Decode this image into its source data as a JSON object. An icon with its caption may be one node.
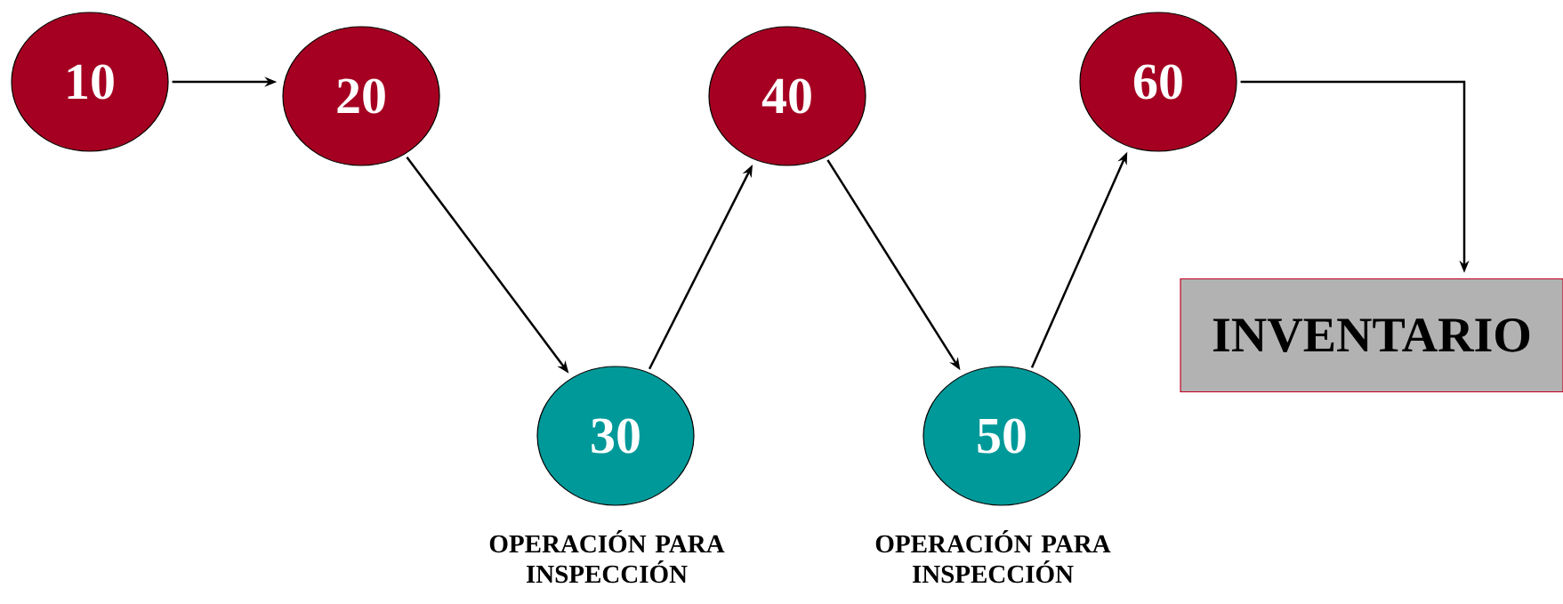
{
  "diagram": {
    "nodes": [
      {
        "text": [
          "10"
        ]
      },
      {
        "text": [
          "20"
        ]
      },
      {
        "text": [
          "30"
        ],
        "beside": [
          "OPERACIÓN PARA INSPECCIÓN"
        ]
      },
      {
        "text": [
          "40"
        ]
      },
      {
        "text": [
          "50"
        ],
        "beside": [
          "OPERACIÓN PARA INSPECCIÓN"
        ]
      },
      {
        "text": [
          "60"
        ]
      },
      {
        "text": [
          "INVENTARIO"
        ]
      }
    ],
    "edges": [
      {
        "from": 0,
        "to": 1,
        "arrow": "to"
      },
      {
        "from": 1,
        "to": 2,
        "arrow": "to"
      },
      {
        "from": 2,
        "to": 3,
        "arrow": "to"
      },
      {
        "from": 3,
        "to": 4,
        "arrow": "to"
      },
      {
        "from": 4,
        "to": 5,
        "arrow": "to"
      },
      {
        "from": 5,
        "to": 6,
        "arrow": "to"
      }
    ]
  }
}
